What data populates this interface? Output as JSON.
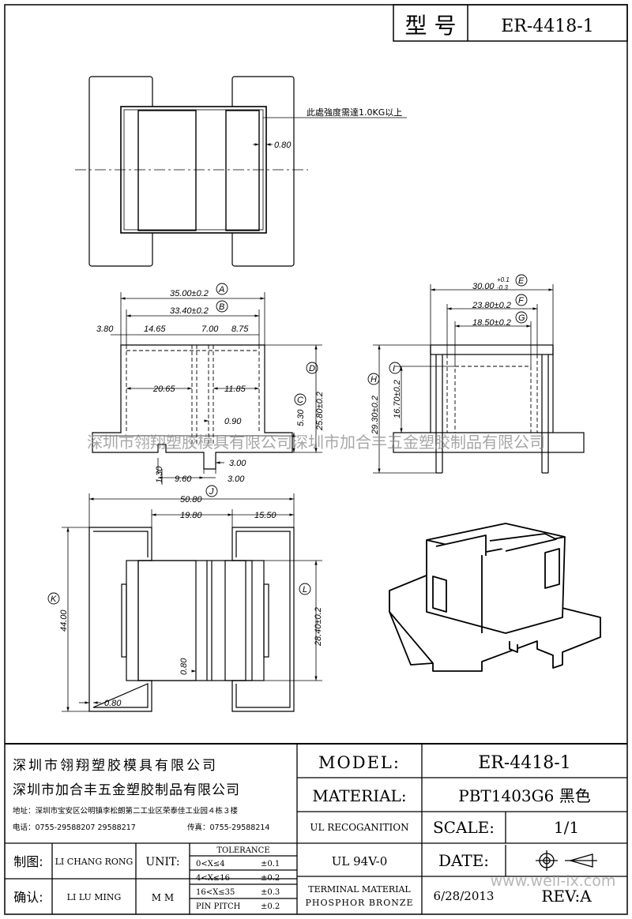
{
  "header": {
    "label": "型 号",
    "model": "ER-4418-1"
  },
  "drawing": {
    "top_view": {
      "note": "此處強度需達1.0KG以上",
      "dim_wall": "0.80"
    },
    "front_view": {
      "dims": [
        "35.00±0.2",
        "33.40±0.2",
        "3.80",
        "14.65",
        "7.00",
        "8.75",
        "20.65",
        "11.85",
        "0.90",
        "5.30",
        "25.80±0.2",
        "3.00",
        "1.30",
        "9.60",
        "3.00"
      ],
      "markers": [
        "A",
        "B",
        "C",
        "D"
      ]
    },
    "side_view": {
      "dims": [
        "30.00",
        "+0.1",
        "-0.3",
        "23.80±0.2",
        "18.50±0.2",
        "29.30±0.2",
        "16.70±0.2"
      ],
      "markers": [
        "E",
        "F",
        "G",
        "H",
        "I"
      ]
    },
    "bottom_view": {
      "dims": [
        "50.80",
        "19.80",
        "15.50",
        "44.00",
        "28.40±0.2",
        "0.80",
        "0.80"
      ],
      "markers": [
        "J",
        "K",
        "L"
      ]
    },
    "watermark": "深圳市翎翔塑胶模具有限公司深圳市加合丰五金塑胶制品有限公司",
    "site_watermark": "www.well-ix.com"
  },
  "title_block": {
    "company1": "深圳市翎翔塑胶模具有限公司",
    "company2": "深圳市加合丰五金塑胶制品有限公司",
    "address": "地址：深圳市宝安区公明镇李松朗第二工业区荣泰佳工业园４栋３楼",
    "phone": "电话：0755-29588207 29588217",
    "fax": "传真：0755-29588214",
    "model_label": "MODEL:",
    "model_value": "ER-4418-1",
    "material_label": "MATERIAL:",
    "material_value": "PBT1403G6 黑色",
    "ul_label": "UL RECOGANITION",
    "ul_value": "UL 94V-0",
    "scale_label": "SCALE:",
    "scale_value": "1/1",
    "date_label": "DATE:",
    "date_value": "6/28/2013",
    "rev_label": "REV:A",
    "drawn_label": "制图:",
    "drawn_value": "LI CHANG RONG",
    "check_label": "确认:",
    "check_value": "LI LU MING",
    "unit_label": "UNIT:",
    "unit_value": "M M",
    "tolerance_title": "TOLERANCE",
    "tolerances": [
      {
        "range": "0<X≤4",
        "tol": "±0.1"
      },
      {
        "range": "4<X≤16",
        "tol": "±0.2"
      },
      {
        "range": "16<X≤35",
        "tol": "±0.3"
      },
      {
        "range": "PIN PITCH",
        "tol": "±0.2"
      }
    ],
    "terminal_label": "TERMINAL MATERIAL",
    "terminal_value": "PHOSPHOR BRONZE"
  }
}
